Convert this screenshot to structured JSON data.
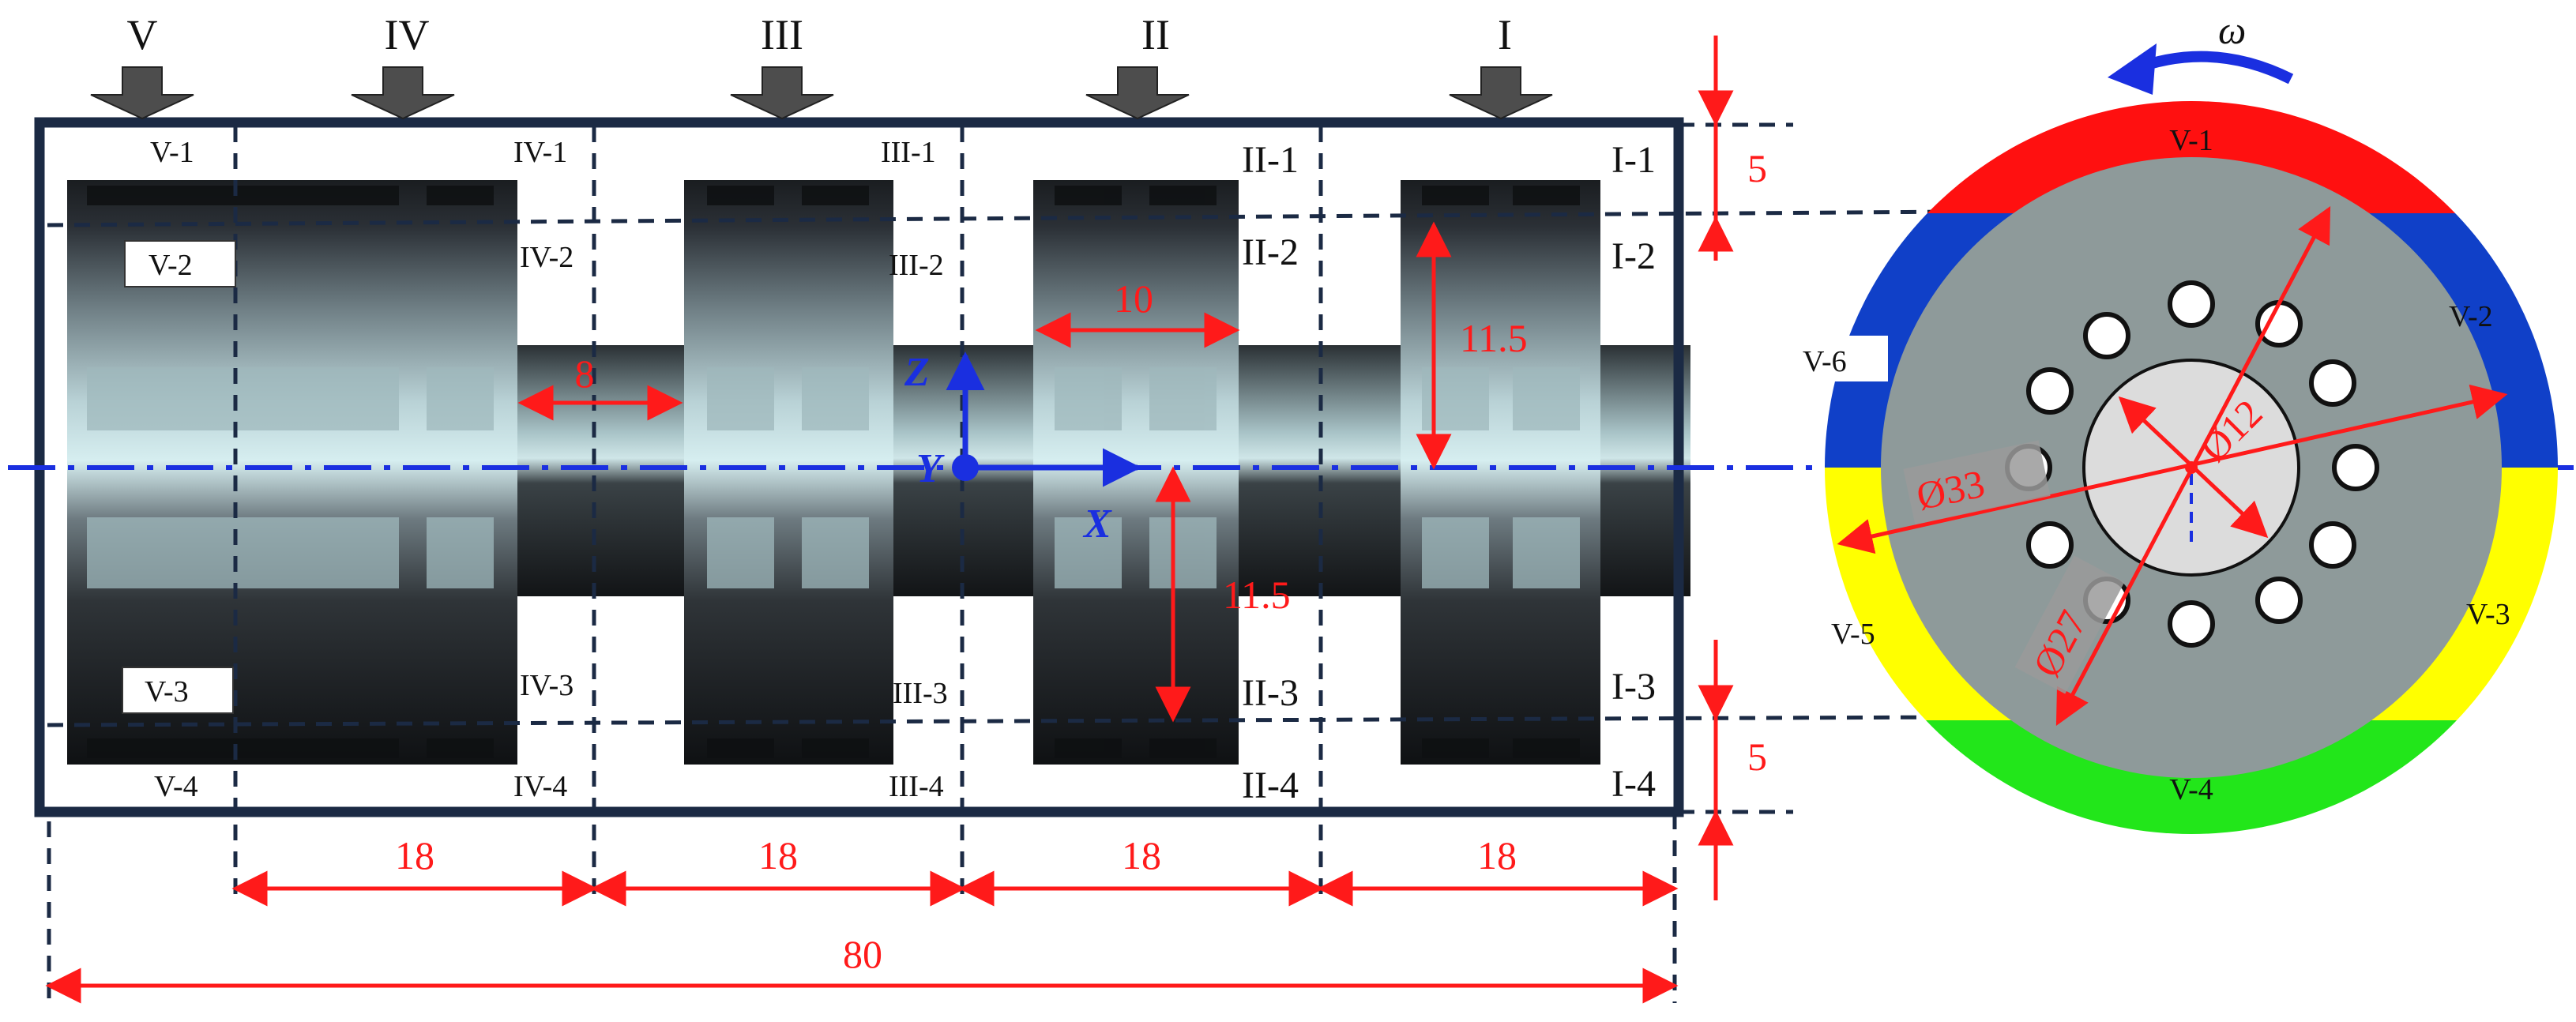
{
  "arrow_labels": [
    "V",
    "IV",
    "III",
    "II",
    "I"
  ],
  "groups": {
    "V": [
      "V-1",
      "V-2",
      "V-3",
      "V-4"
    ],
    "IV": [
      "IV-1",
      "IV-2",
      "IV-3",
      "IV-4"
    ],
    "III": [
      "III-1",
      "III-2",
      "III-3",
      "III-4"
    ],
    "II": [
      "II-1",
      "II-2",
      "II-3",
      "II-4"
    ],
    "I": [
      "I-1",
      "I-2",
      "I-3",
      "I-4"
    ]
  },
  "dimensions": {
    "gap_8": "8",
    "width_10": "10",
    "height_upper": "11.5",
    "height_lower": "11.5",
    "pitch_1": "18",
    "pitch_2": "18",
    "pitch_3": "18",
    "pitch_4": "18",
    "total_length": "80",
    "margin_top": "5",
    "margin_bottom": "5"
  },
  "axes": {
    "z": "Z",
    "y": "Y",
    "x": "X"
  },
  "disk": {
    "rotation_symbol": "ω",
    "diameter_outer": "Ø33",
    "diameter_mid": "Ø27",
    "diameter_inner": "Ø12",
    "sectors": [
      {
        "label": "V-1",
        "color": "#ff1010"
      },
      {
        "label": "V-2",
        "color": "#1040c8"
      },
      {
        "label": "V-3",
        "color": "#ffff00"
      },
      {
        "label": "V-4",
        "color": "#22e61a"
      },
      {
        "label": "V-5",
        "color": "#ffff00"
      },
      {
        "label": "V-6",
        "color": "#1040c8"
      }
    ]
  },
  "colors": {
    "dimension_red": "#ff1a1a",
    "axis_blue": "#1a2fe0",
    "frame": "#1b2a44",
    "disk_gray": "#8e9a9a"
  }
}
